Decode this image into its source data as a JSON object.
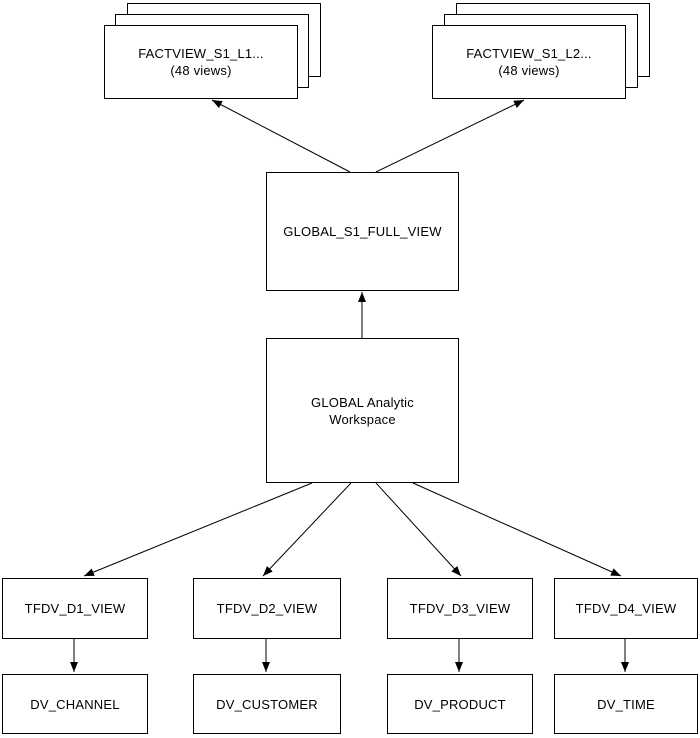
{
  "diagram": {
    "background_color": "#ffffff",
    "line_color": "#000000",
    "text_color": "#000000",
    "nodes": {
      "factview_l1": {
        "lines": [
          "FACTVIEW_S1_L1...",
          "(48 views)"
        ],
        "style": "stacked",
        "stack_count": 3
      },
      "factview_l2": {
        "lines": [
          "FACTVIEW_S1_L2...",
          "(48 views)"
        ],
        "style": "stacked",
        "stack_count": 3
      },
      "full_view": {
        "label": "GLOBAL_S1_FULL_VIEW"
      },
      "workspace": {
        "lines": [
          "GLOBAL Analytic",
          "Workspace"
        ]
      },
      "tfdv_d1": {
        "label": "TFDV_D1_VIEW"
      },
      "tfdv_d2": {
        "label": "TFDV_D2_VIEW"
      },
      "tfdv_d3": {
        "label": "TFDV_D3_VIEW"
      },
      "tfdv_d4": {
        "label": "TFDV_D4_VIEW"
      },
      "dv_channel": {
        "label": "DV_CHANNEL"
      },
      "dv_customer": {
        "label": "DV_CUSTOMER"
      },
      "dv_product": {
        "label": "DV_PRODUCT"
      },
      "dv_time": {
        "label": "DV_TIME"
      }
    },
    "edges": [
      {
        "from": "full_view",
        "to": "factview_l1",
        "arrowhead": "at_factview_l1"
      },
      {
        "from": "full_view",
        "to": "factview_l2",
        "arrowhead": "at_factview_l2"
      },
      {
        "from": "workspace",
        "to": "full_view",
        "arrowhead": "at_full_view"
      },
      {
        "from": "workspace",
        "to": "tfdv_d1",
        "arrowhead": "at_tfdv_d1"
      },
      {
        "from": "workspace",
        "to": "tfdv_d2",
        "arrowhead": "at_tfdv_d2"
      },
      {
        "from": "workspace",
        "to": "tfdv_d3",
        "arrowhead": "at_tfdv_d3"
      },
      {
        "from": "workspace",
        "to": "tfdv_d4",
        "arrowhead": "at_tfdv_d4"
      },
      {
        "from": "tfdv_d1",
        "to": "dv_channel",
        "arrowhead": "at_dv_channel"
      },
      {
        "from": "tfdv_d2",
        "to": "dv_customer",
        "arrowhead": "at_dv_customer"
      },
      {
        "from": "tfdv_d3",
        "to": "dv_product",
        "arrowhead": "at_dv_product"
      },
      {
        "from": "tfdv_d4",
        "to": "dv_time",
        "arrowhead": "at_dv_time"
      }
    ]
  }
}
